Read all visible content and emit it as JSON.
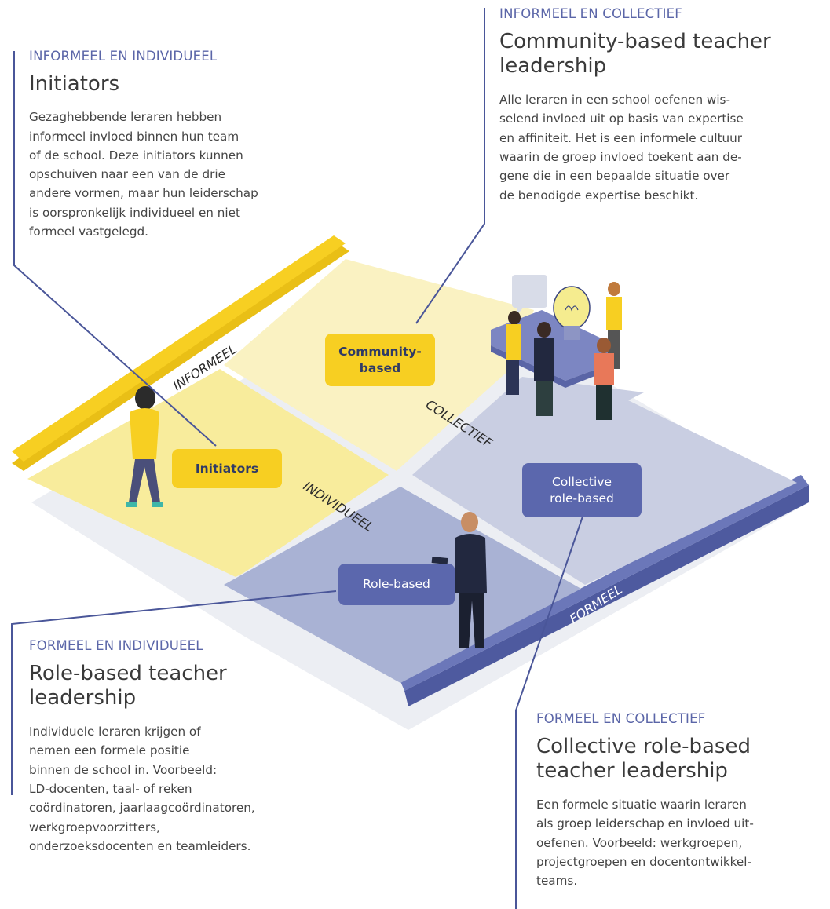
{
  "blocks": {
    "initiators": {
      "eyebrow": "INFORMEEL EN INDIVIDUEEL",
      "title": "Initiators",
      "body": "Gezaghebbende leraren hebben\ninformeel invloed binnen hun team\nof de school. Deze initiators kunnen\nopschuiven naar een van de drie\nandere vormen, maar hun leiderschap\nis oorspronkelijk individueel en niet\nformeel vastgelegd."
    },
    "community": {
      "eyebrow": "INFORMEEL EN COLLECTIEF",
      "title": "Community-based teacher\nleadership",
      "body": "Alle leraren in een school oefenen wis-\nselend invloed uit op basis van expertise\nen affiniteit. Het is een informele cultuur\nwaarin de groep invloed toekent aan de-\ngene die in een bepaalde situatie over\nde benodigde expertise beschikt."
    },
    "role": {
      "eyebrow": "FORMEEL EN INDIVIDUEEL",
      "title": "Role-based teacher\nleadership",
      "body": "Individuele leraren krijgen of\nnemen een formele positie\nbinnen de school in. Voorbeeld:\nLD-docenten, taal- of reken\ncoördinatoren, jaarlaagcoördinatoren,\nwerkgroepvoorzitters,\nonderzoeksdocenten en teamleiders."
    },
    "collective": {
      "eyebrow": "FORMEEL EN COLLECTIEF",
      "title": "Collective role-based\nteacher leadership",
      "body": "Een formele situatie waarin leraren\nals groep leiderschap en invloed uit-\noefenen. Voorbeeld: werkgroepen,\nprojectgroepen en docentontwikkel-\nteams."
    }
  },
  "pills": {
    "community": "Community-\nbased",
    "initiators": "Initiators",
    "collective": "Collective\nrole-based",
    "role": "Role-based"
  },
  "axis_labels": {
    "informeel": "INFORMEEL",
    "collectief": "COLLECTIEF",
    "individueel": "INDIVIDUEEL",
    "formeel": "FORMEEL"
  },
  "colors": {
    "yellow_strong": "#f7cf22",
    "yellow_light": "#f8ec9c",
    "yellow_pale": "#faf2c2",
    "blue_strong": "#5b67ad",
    "blue_mid": "#a9b2d4",
    "blue_light": "#c9cee2",
    "connector": "#4a5699"
  }
}
